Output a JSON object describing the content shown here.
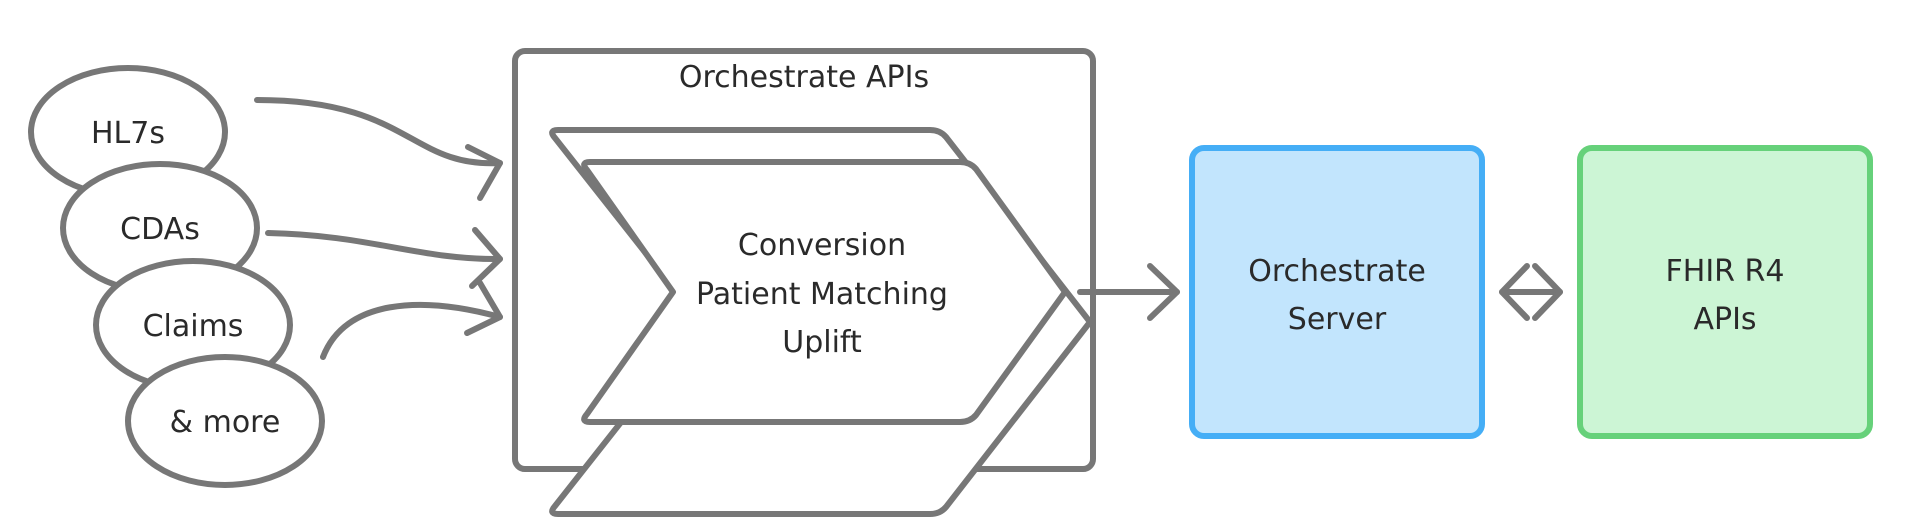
{
  "sources": {
    "hl7s": "HL7s",
    "cdas": "CDAs",
    "claims": "Claims",
    "more": "& more"
  },
  "orchestrate_apis": {
    "title": "Orchestrate APIs",
    "steps": [
      "Conversion",
      "Patient Matching",
      "Uplift"
    ]
  },
  "server": {
    "lines": [
      "Orchestrate",
      "Server"
    ]
  },
  "fhir": {
    "lines": [
      "FHIR R4",
      "APIs"
    ]
  },
  "colors": {
    "outline": "#777777",
    "server_fill": "#c2e5fd",
    "server_stroke": "#45aef6",
    "fhir_fill": "#ccf5d5",
    "fhir_stroke": "#66d17a",
    "text": "#2a2a2a"
  }
}
